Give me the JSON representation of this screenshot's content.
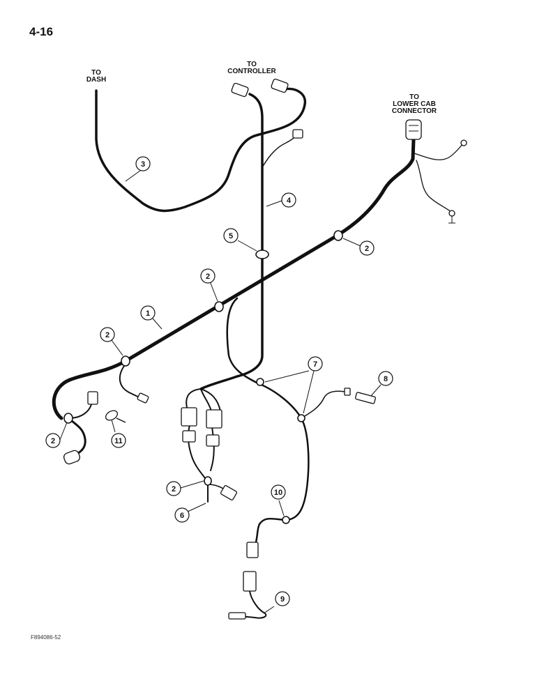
{
  "page_number": "4-16",
  "figure_code": "F894086-52",
  "destination_labels": {
    "to_dash": [
      "TO",
      "DASH"
    ],
    "to_controller": [
      "TO",
      "CONTROLLER"
    ],
    "to_lower_cab_connector": [
      "TO",
      "LOWER CAB",
      "CONNECTOR"
    ]
  },
  "callouts": [
    "1",
    "2",
    "2",
    "2",
    "2",
    "2",
    "3",
    "4",
    "5",
    "6",
    "7",
    "8",
    "9",
    "10",
    "11"
  ]
}
